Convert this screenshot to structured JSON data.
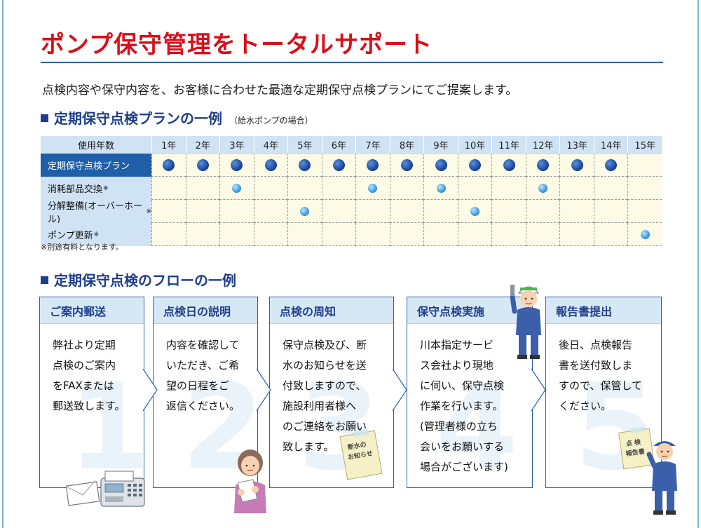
{
  "title": "ポンプ保守管理をトータルサポート",
  "intro": "点検内容や保守内容を、お客様に合わせた最適な定期保守点検プランにてご提案します。",
  "plan": {
    "heading": "定期保守点検プランの一例",
    "heading_note": "（給水ポンプの場合）",
    "header_label": "使用年数",
    "years": [
      "1年",
      "2年",
      "3年",
      "4年",
      "5年",
      "6年",
      "7年",
      "8年",
      "9年",
      "10年",
      "11年",
      "12年",
      "13年",
      "14年",
      "15年"
    ],
    "rows": [
      {
        "label": "定期保守点検プラン",
        "asterisk": "",
        "style": "main",
        "marks": [
          1,
          2,
          3,
          4,
          5,
          6,
          7,
          8,
          9,
          10,
          11,
          12,
          13,
          14
        ]
      },
      {
        "label": "消耗部品交換",
        "asterisk": "※",
        "style": "sub",
        "marks": [
          3,
          7,
          9,
          12
        ]
      },
      {
        "label": "分解整備(オーバーホール)",
        "asterisk": "※",
        "style": "sub",
        "marks": [
          5,
          10
        ]
      },
      {
        "label": "ポンプ更新",
        "asterisk": "※",
        "style": "sub",
        "marks": [
          15
        ]
      }
    ],
    "footnote": "※別途有料となります。"
  },
  "flow": {
    "heading": "定期保守点検のフローの一例",
    "steps": [
      {
        "num": "1",
        "title": "ご案内郵送",
        "body": "弊社より定期\n点検のご案内\nをFAXまたは\n郵送致します。"
      },
      {
        "num": "2",
        "title": "点検日の説明",
        "body": "内容を確認して\nいただき、ご希\n望の日程をご\n返信ください。"
      },
      {
        "num": "3",
        "title": "点検の周知",
        "body": "保守点検及び、断\n水のお知らせを送\n付致しますので、\n施設利用者様へ\nのご連絡をお願い\n致します。"
      },
      {
        "num": "4",
        "title": "保守点検実施",
        "body": "川本指定サービ\nス会社より現地\nに伺い、保守点検\n作業を行います。\n(管理者様の立ち\n会いをお願いする\n場合がございます)"
      },
      {
        "num": "5",
        "title": "報告書提出",
        "body": "後日、点検報告\n書を送付致しま\nすので、保管して\nください。"
      }
    ],
    "notice_sign": "断水の\nお知らせ",
    "report_sign": "点 検\n報告書"
  },
  "colors": {
    "title_red": "#d6101a",
    "navy": "#1d3f8a",
    "header_blue": "#cfe3f4",
    "row_cream": "#fdfbe6"
  }
}
